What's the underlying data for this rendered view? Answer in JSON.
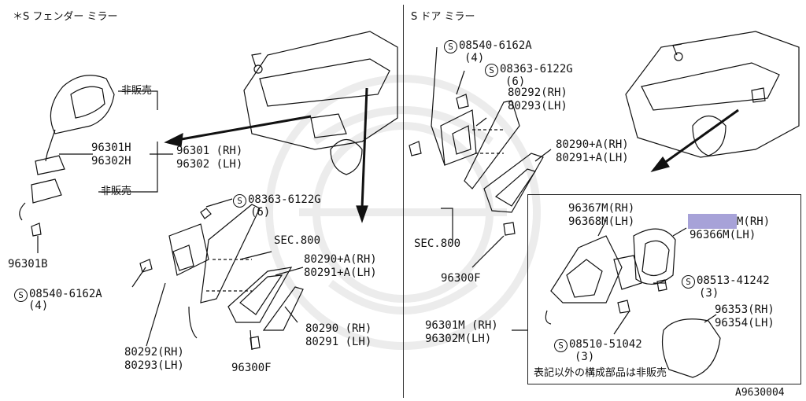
{
  "left": {
    "heading": "＊S フェンダー ミラー",
    "not_sold_1": "非販売",
    "not_sold_2": "非販売",
    "p96301H": "96301H",
    "p96302H": "96302H",
    "p96301RH": "96301 (RH)",
    "p96302LH": "96302 (LH)",
    "p96301B": "96301B",
    "bolt1_code": "08363-6122G",
    "bolt1_qty": "(6)",
    "sec800": "SEC.800",
    "p80290A": "80290+A(RH)",
    "p80291A": "80291+A(LH)",
    "bolt2_code": "08540-6162A",
    "bolt2_qty": "(4)",
    "p80290": "80290 (RH)",
    "p80291": "80291 (LH)",
    "p80292": "80292(RH)",
    "p80293": "80293(LH)",
    "p96300F": "96300F"
  },
  "right": {
    "heading": "S ドア ミラー",
    "bolt1_code": "08540-6162A",
    "bolt1_qty": "(4)",
    "bolt2_code": "08363-6122G",
    "bolt2_qty": "(6)",
    "p80292": "80292(RH)",
    "p80293": "80293(LH)",
    "p80290A": "80290+A(RH)",
    "p80291A": "80291+A(LH)",
    "sec800": "SEC.800",
    "p96300F": "96300F",
    "p96301M": "96301M (RH)",
    "p96302M": "96302M(LH)",
    "inset": {
      "p96367M": "96367M(RH)",
      "p96368M": "96368M(LH)",
      "p965M_rh": "M(RH)",
      "p96366M": "96366M(LH)",
      "bolt3_code": "08513-41242",
      "bolt3_qty": "(3)",
      "bolt4_code": "08510-51042",
      "bolt4_qty": "(3)",
      "p96353": "96353(RH)",
      "p96354": "96354(LH)",
      "note": "表記以外の構成部品は非販売"
    }
  },
  "screw_symbol": "S",
  "diagram_id": "A9630004",
  "colors": {
    "line": "#111111",
    "highlight": "#a7a2d8",
    "watermark": "#ececec"
  }
}
